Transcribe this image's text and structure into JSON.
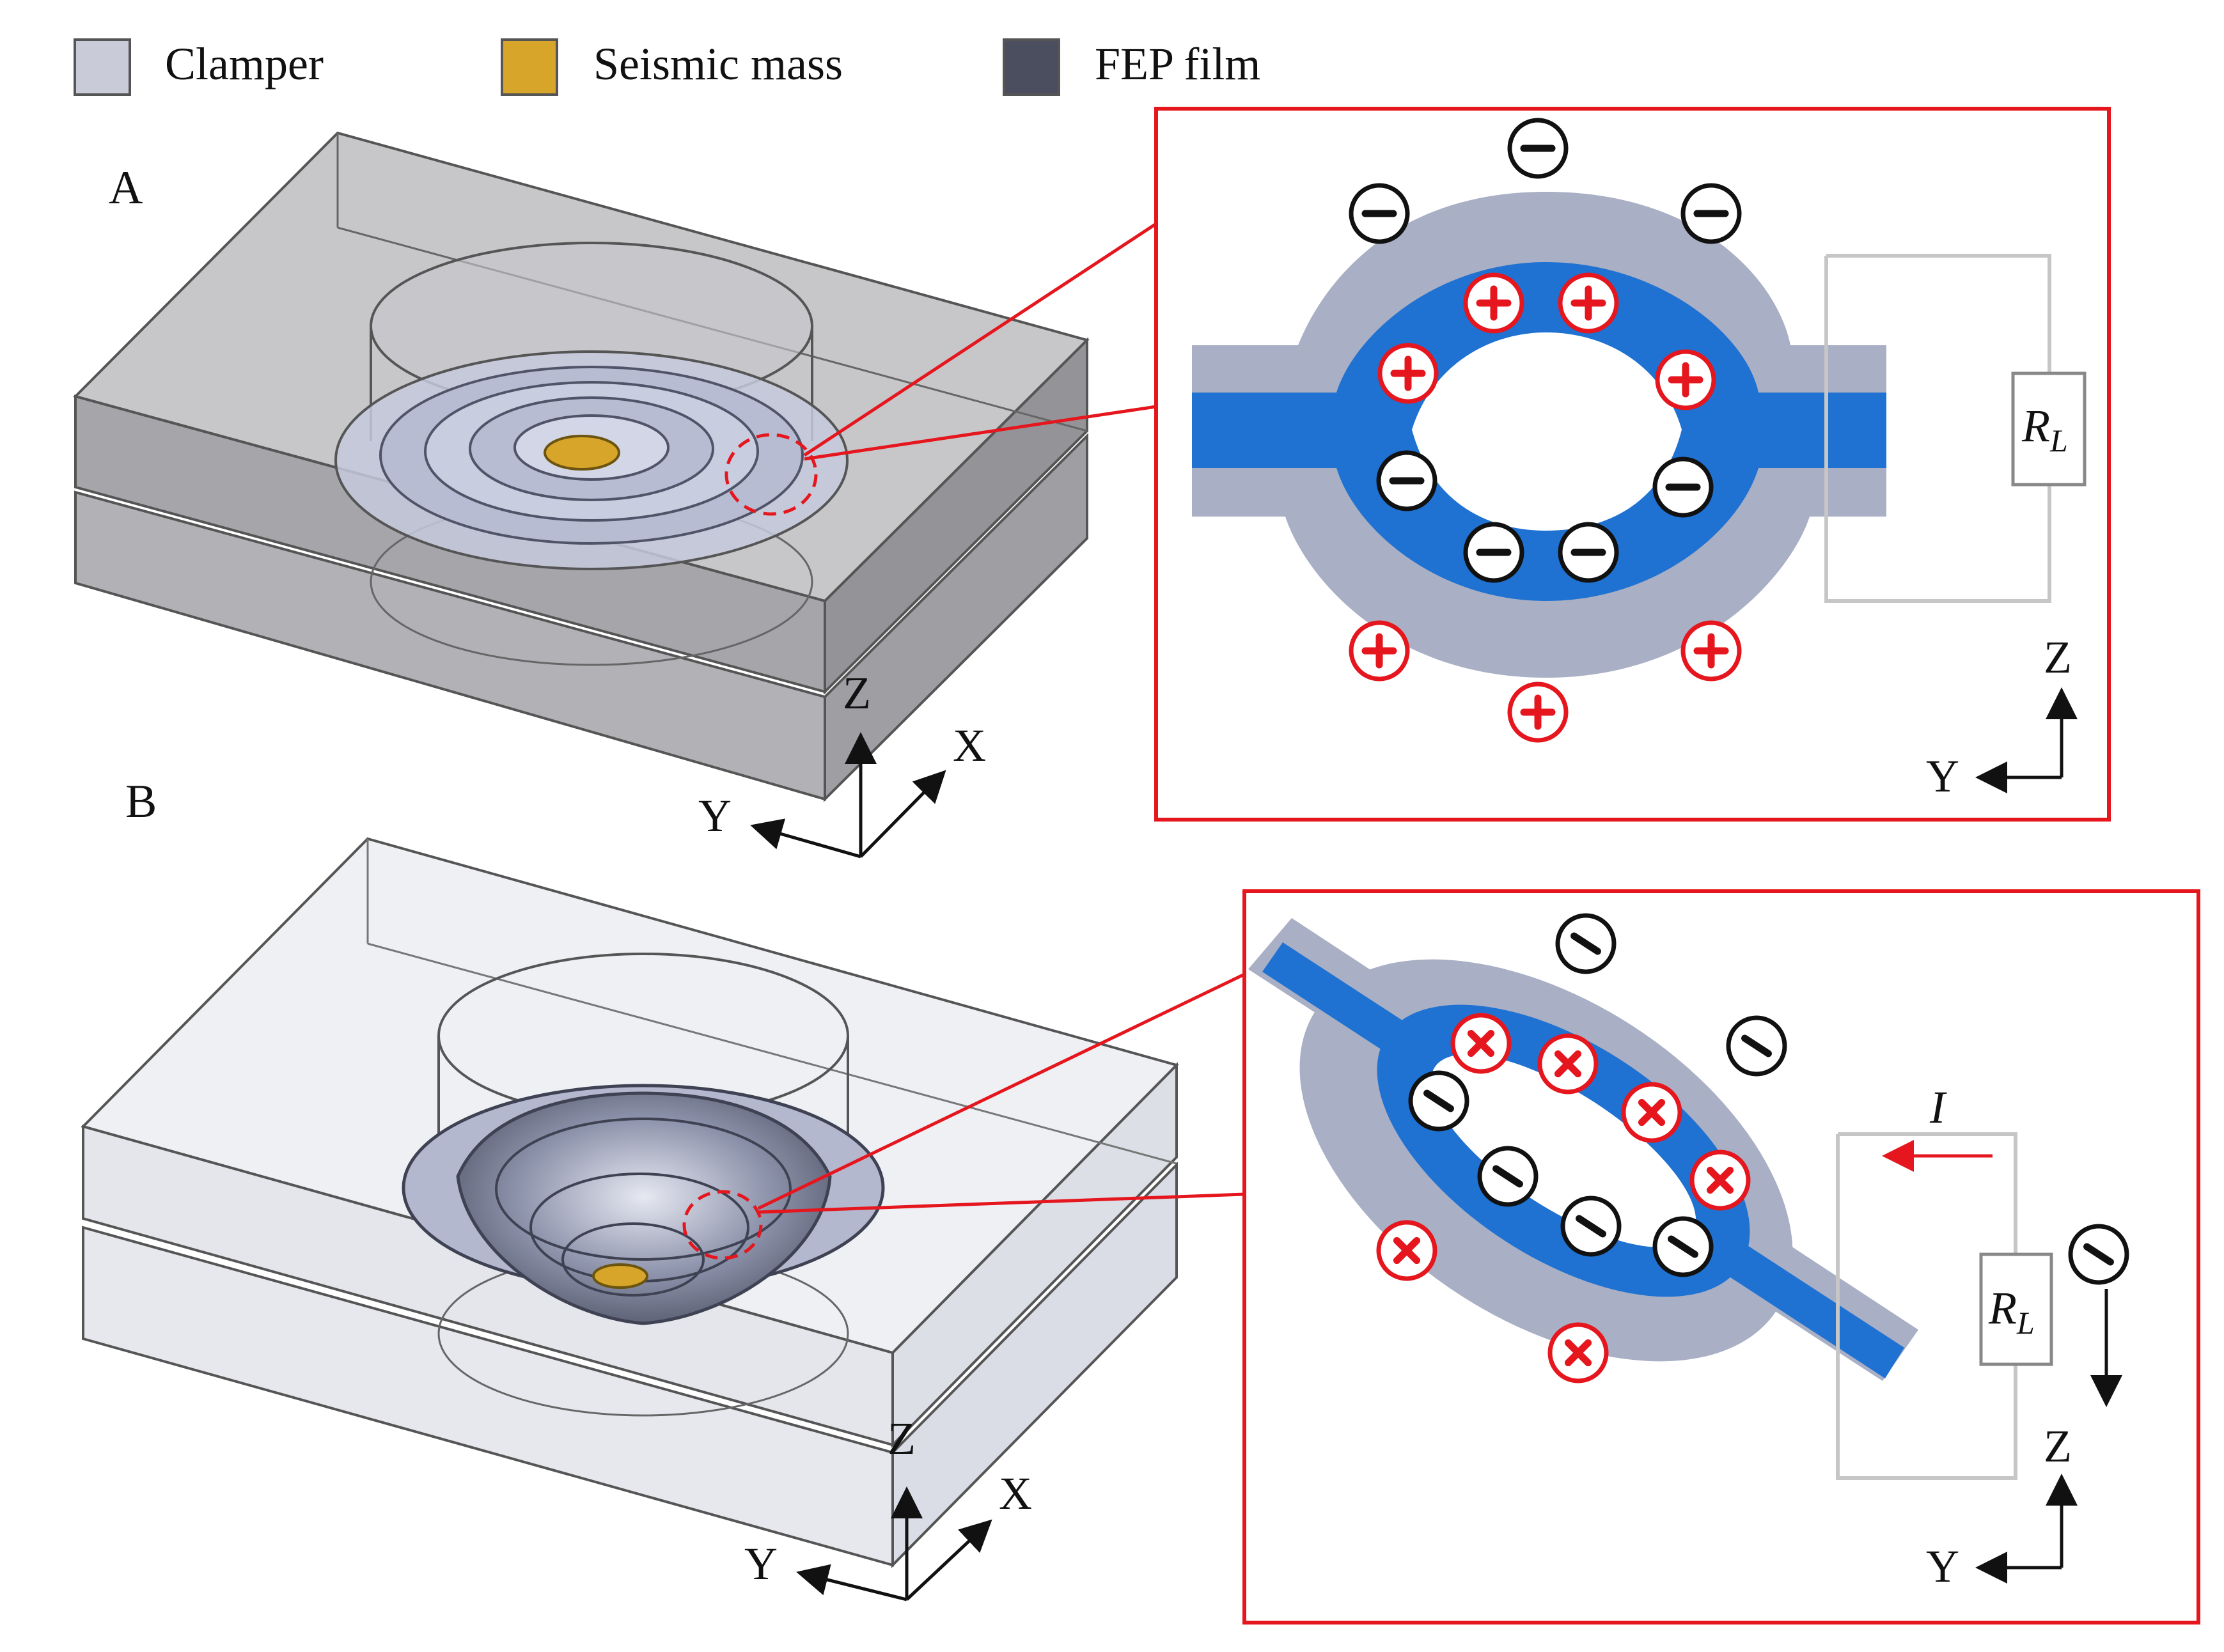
{
  "legend": {
    "items": [
      {
        "label": "Clamper",
        "color": "#c9cbd9"
      },
      {
        "label": "Seismic mass",
        "color": "#d6a52a"
      },
      {
        "label": "FEP film",
        "color": "#4a4e5e"
      }
    ]
  },
  "panels": {
    "a": {
      "label": "A"
    },
    "b": {
      "label": "B"
    }
  },
  "axes": {
    "z": "Z",
    "x": "X",
    "y": "Y"
  },
  "circuit": {
    "load_main": "R",
    "load_sub": "L",
    "current": "I"
  },
  "colors": {
    "clamper_gray": "#a9afc4",
    "fep_blue": "#1f72d2",
    "callout_red": "#e5161d",
    "positive_red": "#e5161d",
    "negative_black": "#111111",
    "box_gray": "#c6c6c6"
  },
  "charges": {
    "positive_symbol": "+",
    "negative_symbol": "−"
  }
}
